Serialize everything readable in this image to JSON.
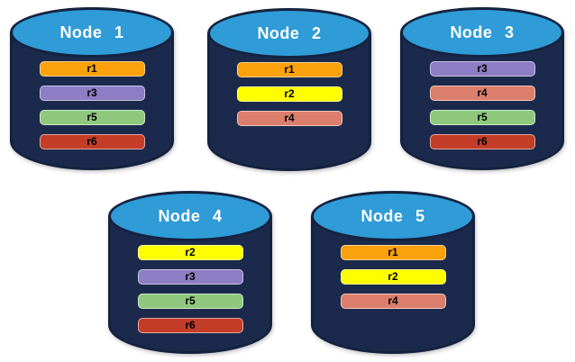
{
  "diagram": {
    "background": "#ffffff",
    "cylinder_body_color": "#1B2A4C",
    "cylinder_stroke_color": "#15223F",
    "cylinder_top_color": "#2F9BD7",
    "node_label_color": "#ffffff",
    "bar_text_color": "#000000"
  },
  "replica_colors": {
    "r1": "#FAA10B",
    "r2": "#FEFE00",
    "r3": "#8C7DC4",
    "r4": "#DC7E6C",
    "r5": "#8FC87D",
    "r6": "#C43D28"
  },
  "nodes": [
    {
      "label": "Node 1",
      "replicas": [
        "r1",
        "r3",
        "r5",
        "r6"
      ]
    },
    {
      "label": "Node 2",
      "replicas": [
        "r1",
        "r2",
        "r4"
      ]
    },
    {
      "label": "Node 3",
      "replicas": [
        "r3",
        "r4",
        "r5",
        "r6"
      ]
    },
    {
      "label": "Node 4",
      "replicas": [
        "r2",
        "r3",
        "r5",
        "r6"
      ]
    },
    {
      "label": "Node 5",
      "replicas": [
        "r1",
        "r2",
        "r4"
      ]
    }
  ]
}
